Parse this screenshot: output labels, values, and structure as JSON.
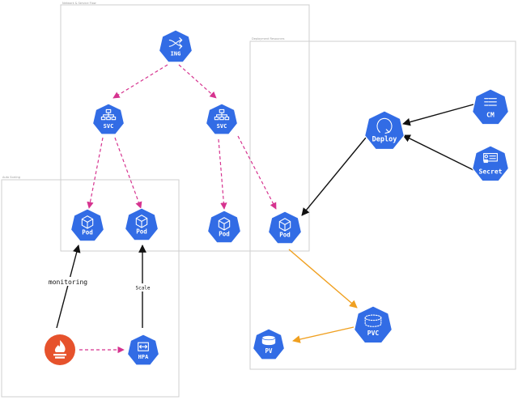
{
  "groups": {
    "traffic": {
      "label": "Network & Service Flow"
    },
    "deployment": {
      "label": "Deployment Resources"
    },
    "autoscaling": {
      "label": "Auto Scaling"
    }
  },
  "nodes": {
    "ing": {
      "label": "ING",
      "icon": "shuffle-icon"
    },
    "svc1": {
      "label": "SVC",
      "icon": "network-tree-icon"
    },
    "svc2": {
      "label": "SVC",
      "icon": "network-tree-icon"
    },
    "pod1": {
      "label": "Pod",
      "icon": "cube-icon"
    },
    "pod2": {
      "label": "Pod",
      "icon": "cube-icon"
    },
    "pod3": {
      "label": "Pod",
      "icon": "cube-icon"
    },
    "pod4": {
      "label": "Pod",
      "icon": "cube-icon"
    },
    "deploy": {
      "label": "Deploy",
      "icon": "cycle-arrow-icon"
    },
    "cm": {
      "label": "CM",
      "icon": "config-lines-icon"
    },
    "secret": {
      "label": "Secret",
      "icon": "id-card-lock-icon"
    },
    "pvc": {
      "label": "PVC",
      "icon": "dashed-disk-icon"
    },
    "pv": {
      "label": "PV",
      "icon": "disk-icon"
    },
    "hpa": {
      "label": "HPA",
      "icon": "expand-arrows-icon"
    },
    "prometheus": {
      "label": "",
      "icon": "prometheus-flame-icon"
    }
  },
  "edges": {
    "monitoring": {
      "label": "monitoring"
    },
    "scale": {
      "label": "Scale"
    }
  },
  "colors": {
    "k8s_blue": "#326ce5",
    "dashed_magenta": "#d6338f",
    "arrow_black": "#111111",
    "storage_orange": "#f0a020",
    "prometheus_red": "#e6522c",
    "group_border": "#cfcfcf"
  }
}
